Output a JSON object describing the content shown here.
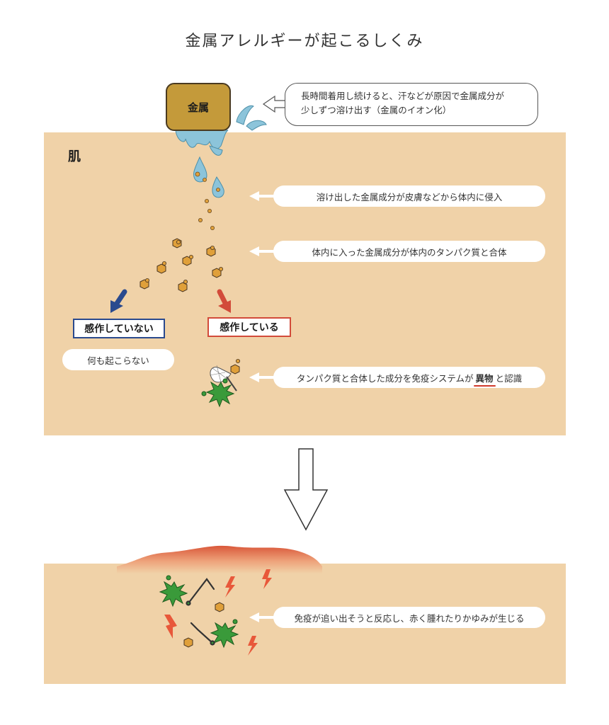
{
  "title": "金属アレルギーが起こるしくみ",
  "skin_label": "肌",
  "metal_label": "金属",
  "callout_top": {
    "line1": "長時間着用し続けると、汗などが原因で金属成分が",
    "line2": "少しずつ溶け出す（金属のイオン化）"
  },
  "steps": {
    "step1": "溶け出した金属成分が皮膚などから体内に侵入",
    "step2": "体内に入った金属成分が体内のタンパク質と合体",
    "step3_pre": "タンパク質と合体した成分を免疫システムが",
    "step3_em": "異物",
    "step3_post": "と認識",
    "step4": "免疫が追い出そうと反応し、赤く腫れたりかゆみが生じる"
  },
  "branches": {
    "not_sensitized": "感作していない",
    "sensitized": "感作している",
    "nothing_happens": "何も起こらない"
  },
  "colors": {
    "skin": "#f0d2a8",
    "metal": "#c49a3a",
    "droplet": "#8cc4da",
    "particle": "#e0a03a",
    "blue_arrow": "#2a4a8e",
    "red_arrow": "#d24b3a",
    "germ": "#3a9a3a",
    "spark": "#e8583a"
  }
}
